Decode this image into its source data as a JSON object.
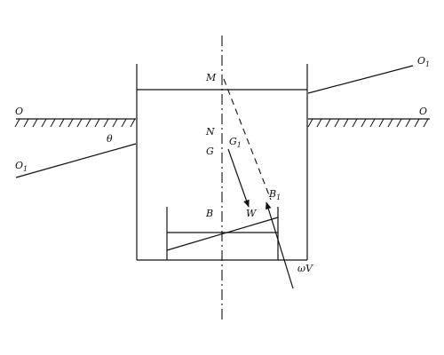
{
  "labels": {
    "M": "M",
    "N": "N",
    "G": "G",
    "G1": "G",
    "G1_sub": "1",
    "B": "B",
    "B1": "B",
    "B1_sub": "1",
    "W": "W",
    "omegaV": "ωV",
    "theta": "θ",
    "O_left": "O",
    "O_right": "O",
    "O1_left": "O",
    "O1_left_sub": "1",
    "O1_right": "O",
    "O1_right_sub": "1"
  }
}
